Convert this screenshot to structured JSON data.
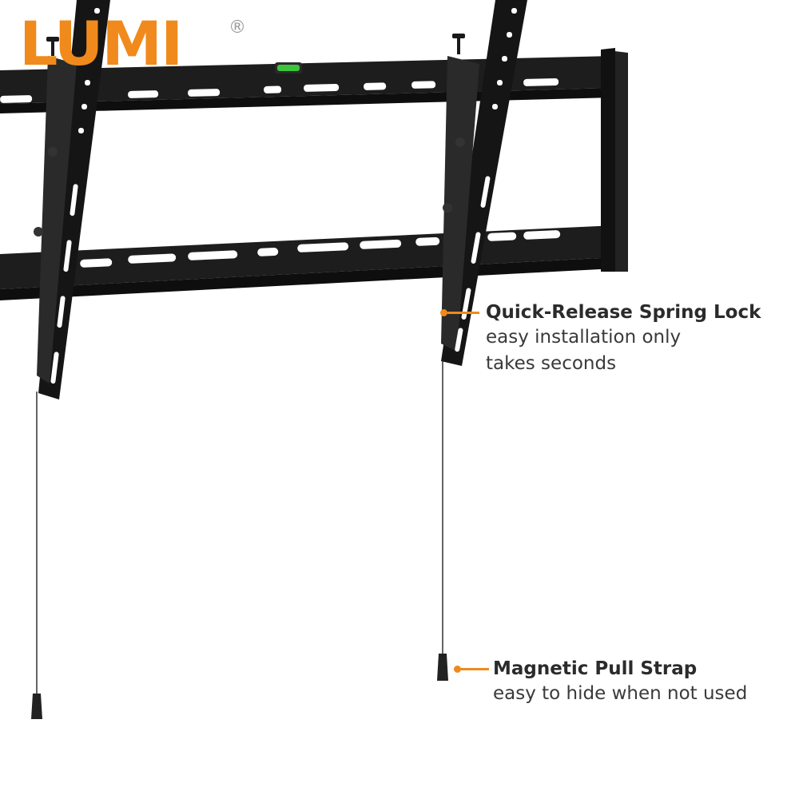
{
  "brand": {
    "name": "LUMI",
    "registered_mark": "®",
    "color": "#F08A1C"
  },
  "illustration": {
    "subject": "tilting-tv-wall-mount",
    "frame_color": "#1a1a1a"
  },
  "callouts": [
    {
      "title": "Quick-Release Spring Lock",
      "desc_line1": "easy installation only",
      "desc_line2": "takes seconds"
    },
    {
      "title": "Magnetic Pull Strap",
      "desc_line1": "easy to hide when not used"
    }
  ],
  "colors": {
    "accent": "#F08A1C",
    "text": "#2b2b2b",
    "metal": "#1a1a1a",
    "level_bubble": "#3cc43c"
  }
}
